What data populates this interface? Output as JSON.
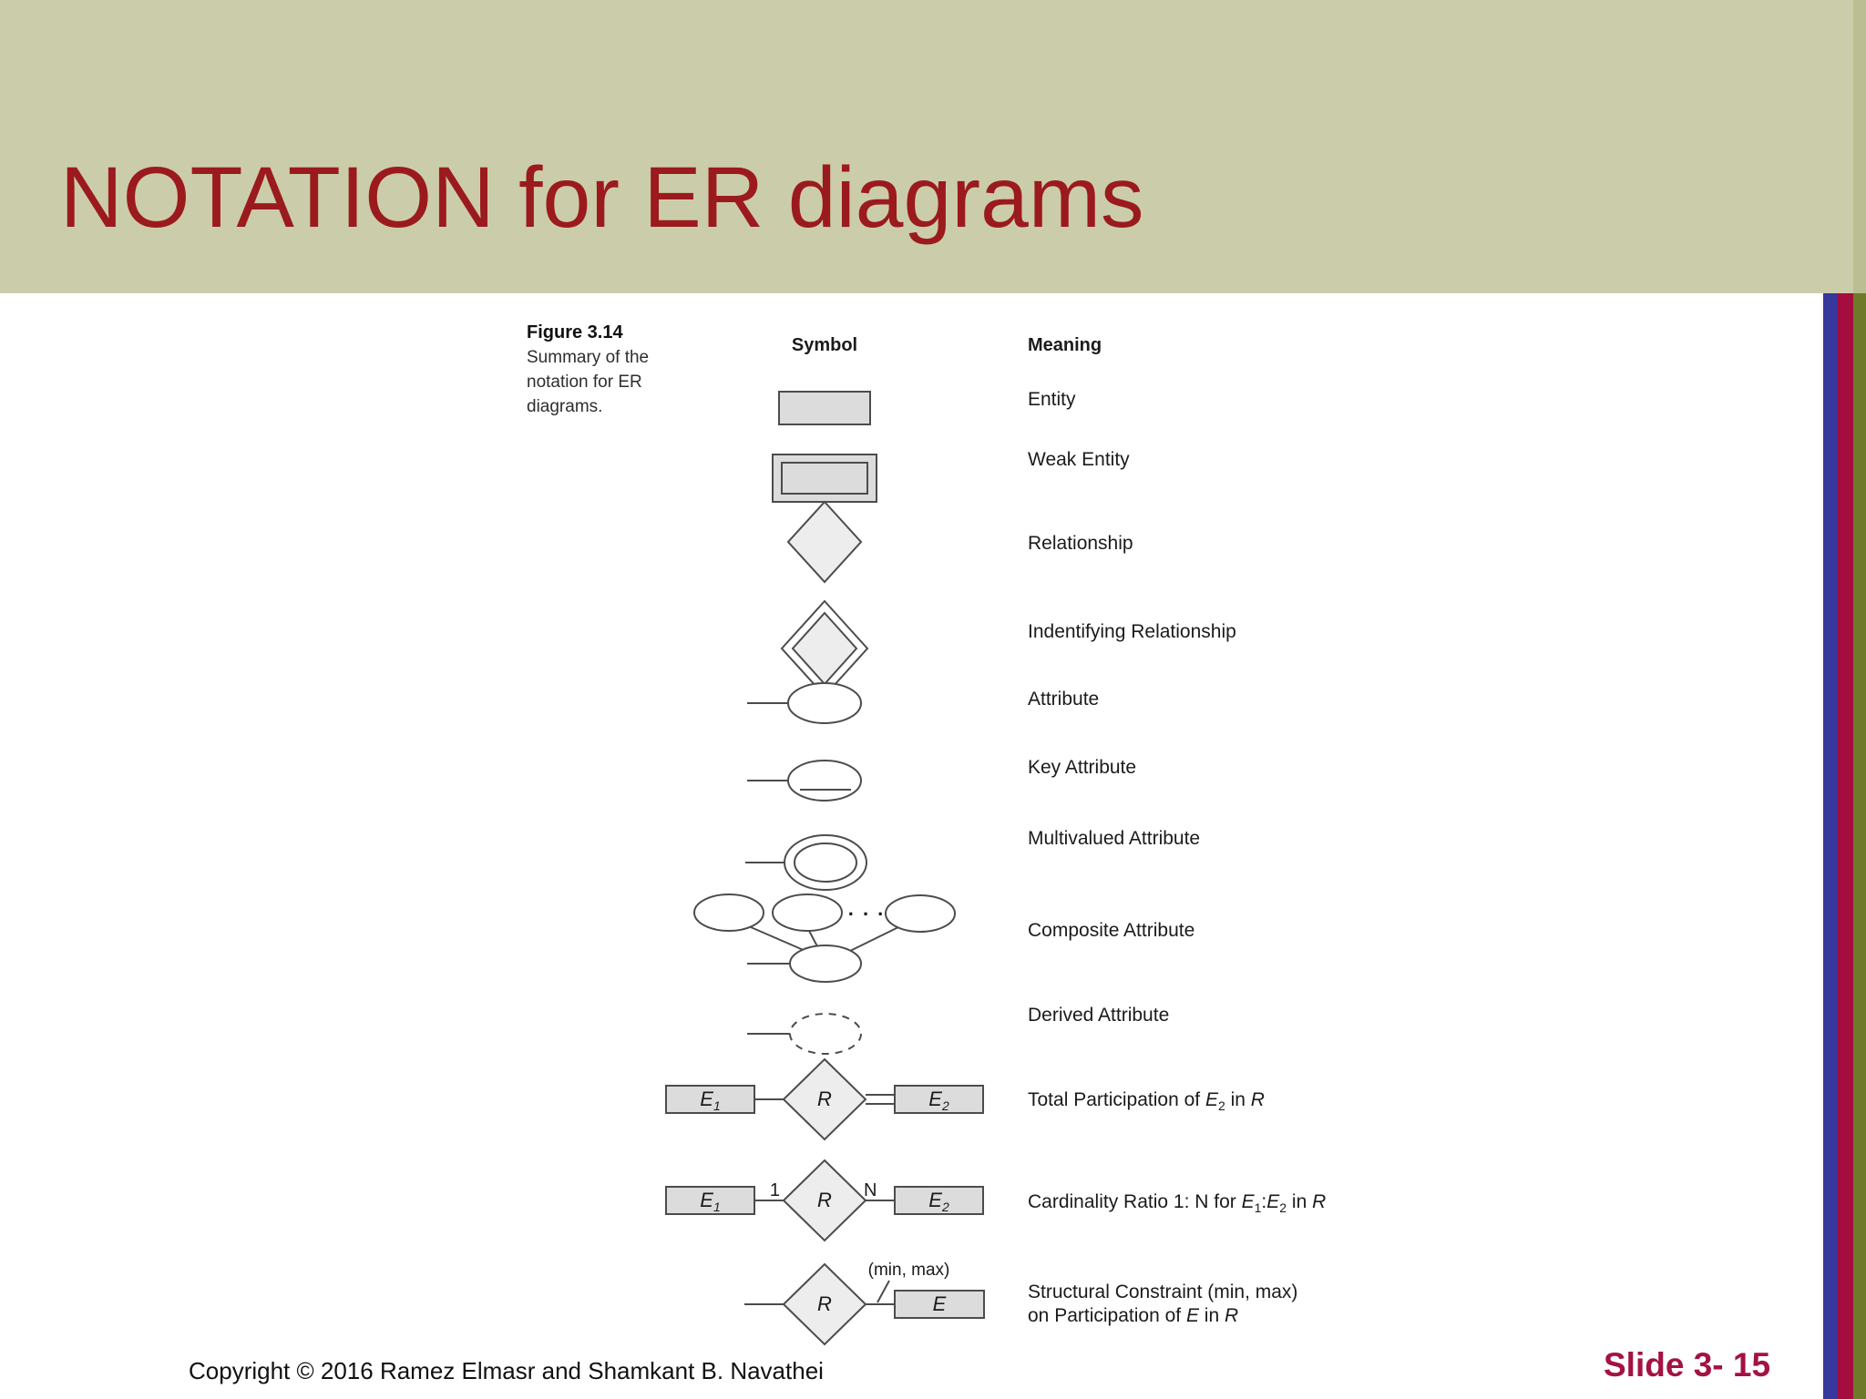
{
  "slide": {
    "title": "NOTATION for ER diagrams",
    "footer": {
      "copyright": "Copyright © 2016 Ramez Elmasr and Shamkant B. Navathei",
      "slide_number": "Slide 3- 15"
    },
    "colors": {
      "banner_bg": "#cbcdaa",
      "title_text": "#9b1a1e",
      "slide_number_text": "#a31243",
      "stripe_blue": "#37379c",
      "stripe_maroon": "#a40d3f",
      "stripe_olive": "#6e7a29",
      "shape_fill_gray": "#dcdcdc",
      "shape_stroke": "#4c4c4c"
    }
  },
  "figure": {
    "caption_title": "Figure 3.14",
    "caption_lines": [
      "Summary of the",
      "notation for ER",
      "diagrams."
    ],
    "col_symbol": "Symbol",
    "col_meaning": "Meaning",
    "meanings": {
      "entity": "Entity",
      "weak_entity": "Weak Entity",
      "relationship": "Relationship",
      "identifying_relationship": "Indentifying Relationship",
      "attribute": "Attribute",
      "key_attribute": "Key Attribute",
      "multivalued_attribute": "Multivalued Attribute",
      "composite_attribute": "Composite Attribute",
      "derived_attribute": "Derived Attribute",
      "total": {
        "p1": "Total Participation of ",
        "e": "E",
        "s": "2",
        "p2": " in ",
        "r": "R"
      },
      "cardinality": {
        "p1": "Cardinality Ratio 1: N for ",
        "e1": "E",
        "s1": "1",
        "colon": ":",
        "e2": "E",
        "s2": "2",
        "p2": " in ",
        "r": "R"
      },
      "structural": {
        "line1": "Structural Constraint (min, max)",
        "p1": "on Participation of ",
        "e": "E",
        "p2": " in ",
        "r": "R"
      }
    },
    "symbols": {
      "e1": "E",
      "e1_sub": "1",
      "e2": "E",
      "e2_sub": "2",
      "r": "R",
      "e": "E",
      "one": "1",
      "n": "N",
      "minmax": "(min, max)",
      "dots": ". . ."
    }
  }
}
